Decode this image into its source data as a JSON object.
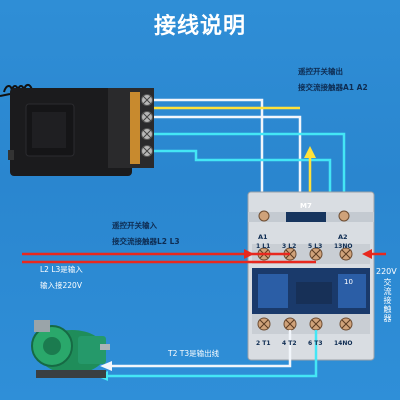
{
  "title": "接线说明",
  "labels": {
    "remote_out_1": "遥控开关输出",
    "remote_out_2": "接交流接触器A1 A2",
    "remote_in_1": "遥控开关输入",
    "remote_in_2": "接交流接触器L2 L3",
    "l2l3_input": "L2 L3是输入",
    "input_220": "输入接220V",
    "output_t2t3": "T2 T3是输出线",
    "v220": "220V",
    "contactor_vert": "交流接触器"
  },
  "contactor": {
    "model": "M7",
    "top_terminals": [
      "1 L1",
      "3 L2",
      "5 L3",
      "13NO"
    ],
    "a1": "A1",
    "a2": "A2",
    "mid_number": "10",
    "bottom_terminals": [
      "2 T1",
      "4 T2",
      "6 T3",
      "14NO"
    ]
  },
  "colors": {
    "background": "#2f8ed6",
    "wire_cyan": "#44e6f5",
    "wire_yellow": "#ffe23a",
    "wire_red": "#e8281e",
    "wire_white": "#f2f6fb"
  }
}
